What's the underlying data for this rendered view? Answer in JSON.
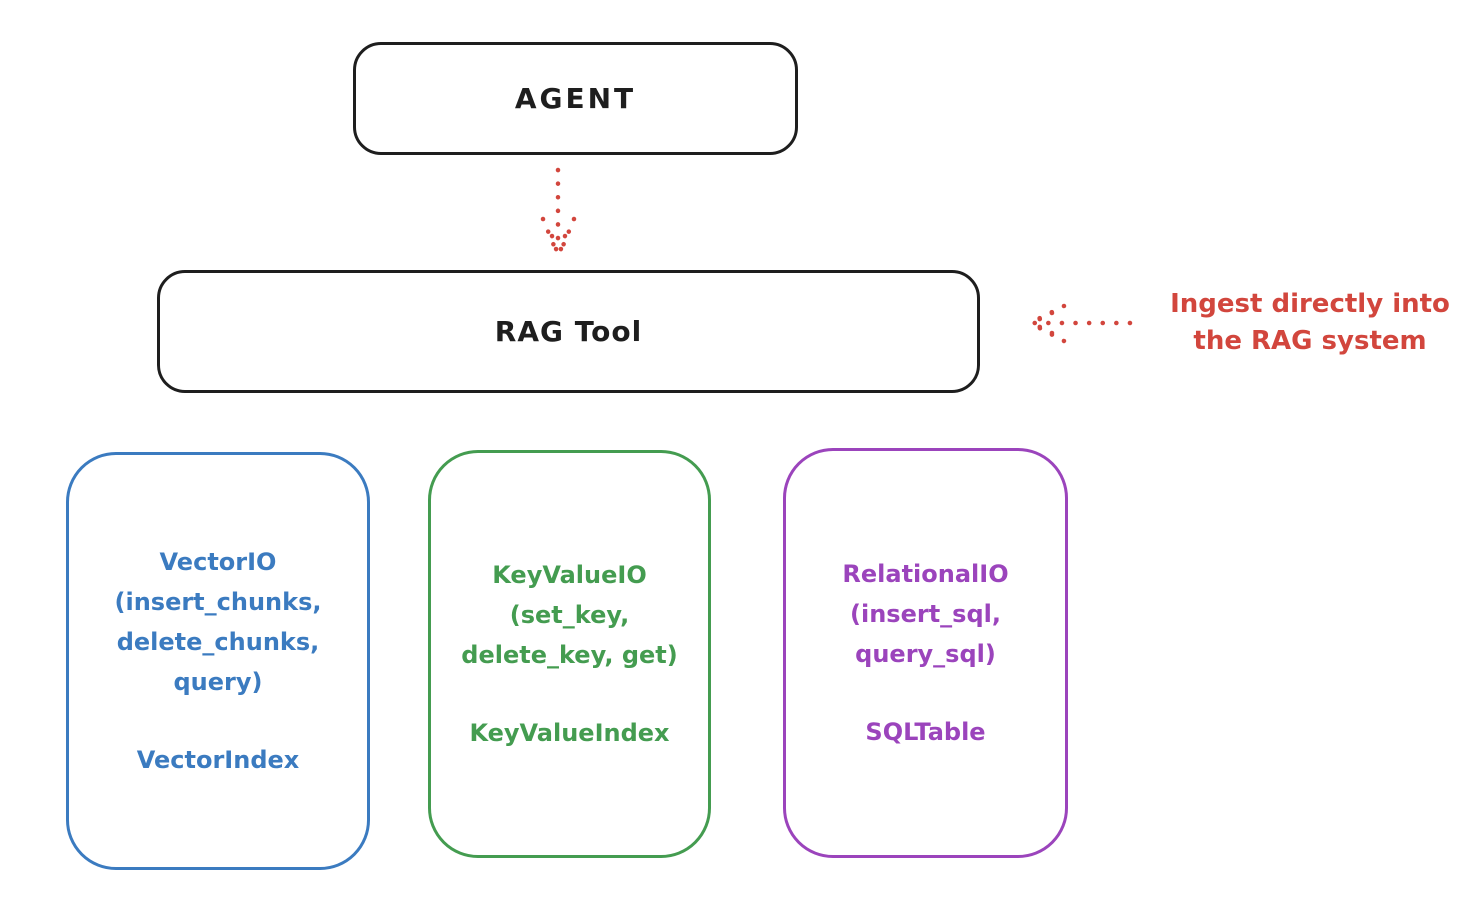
{
  "diagram": {
    "background": "#ffffff"
  },
  "colors": {
    "ink": "#1e1e1e",
    "red": "#d2463d",
    "blue": "#3b7bc0",
    "green": "#449c50",
    "purple": "#9b44bc"
  },
  "nodes": {
    "agent": {
      "label": "AGENT"
    },
    "rag_tool": {
      "label": "RAG Tool"
    },
    "vector_io": {
      "lines": [
        "VectorIO",
        "(insert_chunks,",
        "delete_chunks,",
        "query)"
      ],
      "index_label": "VectorIndex",
      "color": "#3b7bc0"
    },
    "key_value_io": {
      "lines": [
        "KeyValueIO",
        "(set_key,",
        "delete_key, get)"
      ],
      "index_label": "KeyValueIndex",
      "color": "#449c50"
    },
    "relational_io": {
      "lines": [
        "RelationalIO",
        "(insert_sql,",
        "query_sql)"
      ],
      "index_label": "SQLTable",
      "color": "#9b44bc"
    }
  },
  "annotation": {
    "lines": [
      "Ingest directly into",
      "the RAG system"
    ],
    "color": "#d2463d"
  },
  "arrows": {
    "agent_to_rag_tool": {
      "style": "dotted",
      "color": "#d2463d",
      "direction": "down"
    },
    "ingest_into_rag": {
      "style": "dotted",
      "color": "#d2463d",
      "direction": "left"
    }
  }
}
